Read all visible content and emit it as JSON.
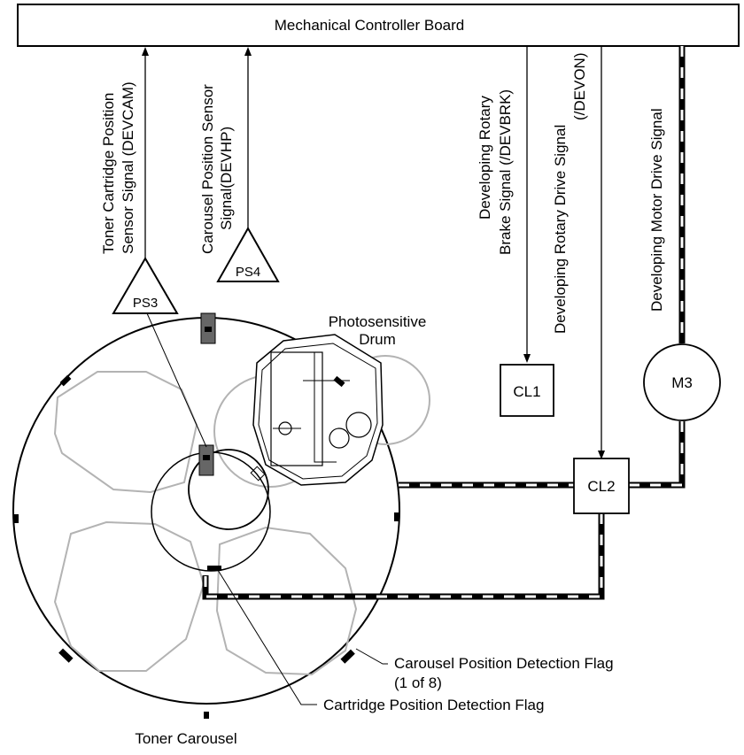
{
  "board": {
    "label": "Mechanical Controller Board"
  },
  "signals": {
    "devcam_line1": "Toner Cartridge Position",
    "devcam_line2": "Sensor Signal (DEVCAM)",
    "devhp_line1": "Carousel Position Sensor",
    "devhp_line2": "Signal(DEVHP)",
    "devbrk_line1": "Developing Rotary",
    "devbrk_line2": "Brake Signal (/DEVBRK)",
    "devon_line1": "Developing Rotary Drive Signal",
    "devon_line2": "(/DEVON)",
    "motor": "Developing Motor Drive Signal"
  },
  "components": {
    "ps3": "PS3",
    "ps4": "PS4",
    "cl1": "CL1",
    "cl2": "CL2",
    "m3": "M3"
  },
  "labels": {
    "drum_line1": "Photosensitive",
    "drum_line2": "Drum",
    "carousel_flag_line1": "Carousel Position Detection Flag",
    "carousel_flag_line2": "(1 of 8)",
    "cartridge_flag": "Cartridge Position Detection Flag",
    "toner_carousel": "Toner Carousel"
  }
}
